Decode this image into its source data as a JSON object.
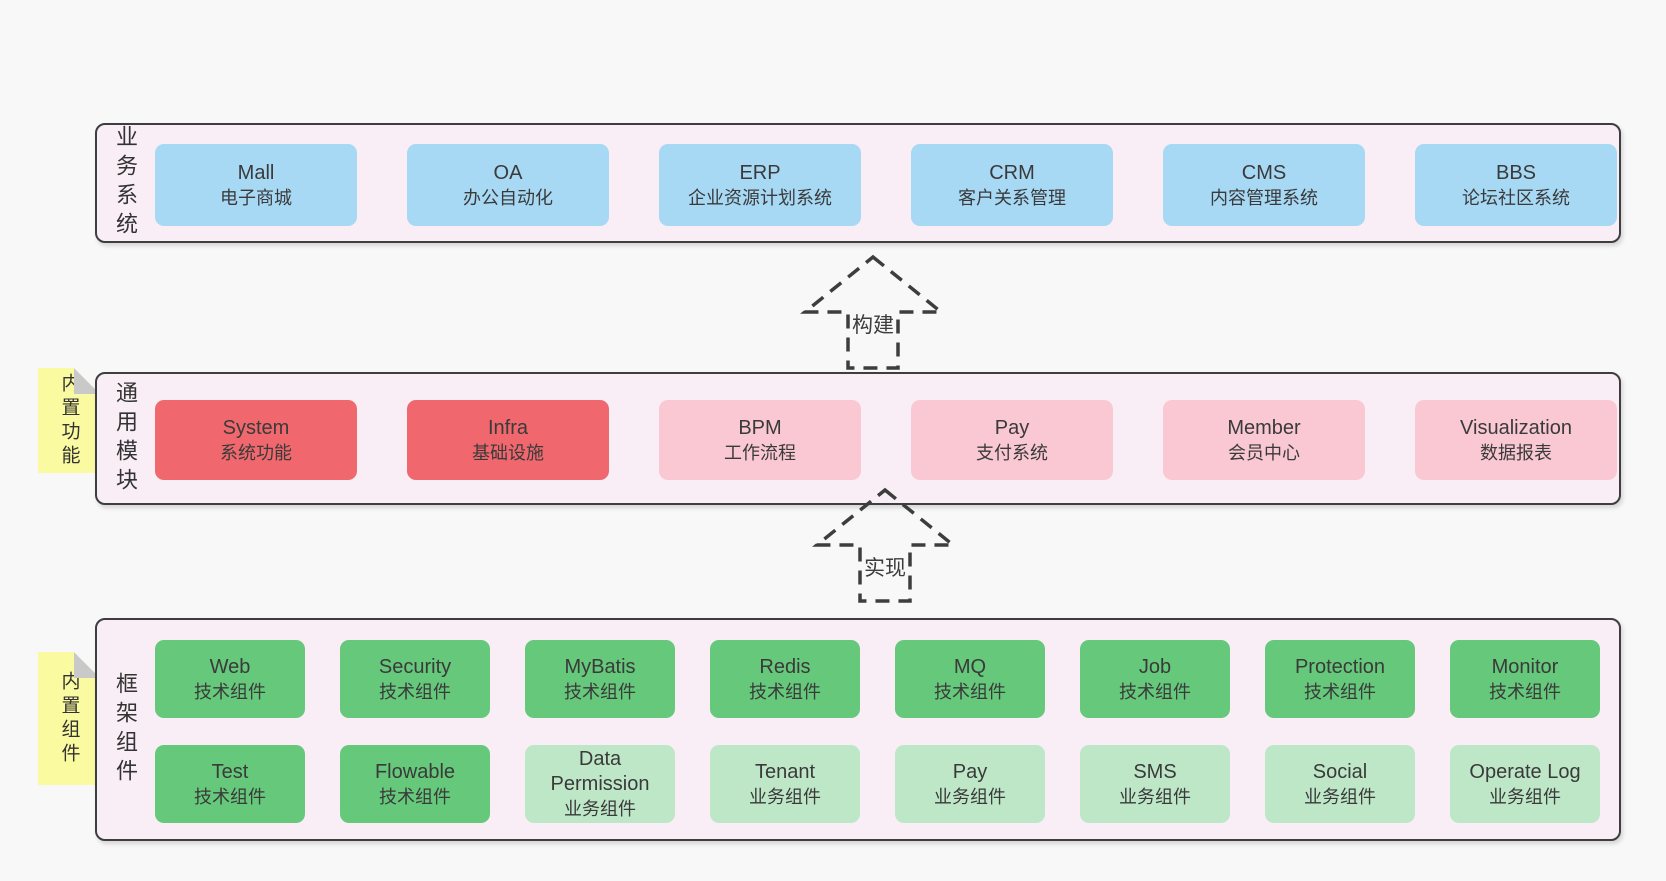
{
  "colors": {
    "page_bg": "#f8f8f8",
    "panel_bg": "#f9eef6",
    "panel_border": "#3e3e3e",
    "blue": "#a7d9f5",
    "red": "#f0686d",
    "pink": "#f9c8d3",
    "green": "#65c87a",
    "light_green": "#bee7c8",
    "sticky_yellow": "#fafaa0",
    "fold_gray": "#c9c9c9",
    "text": "#3a3a3a"
  },
  "sections": [
    {
      "label": "业务系统",
      "items": [
        {
          "name": "Mall",
          "desc": "电子商城",
          "variant": "blue"
        },
        {
          "name": "OA",
          "desc": "办公自动化",
          "variant": "blue"
        },
        {
          "name": "ERP",
          "desc": "企业资源计划系统",
          "variant": "blue"
        },
        {
          "name": "CRM",
          "desc": "客户关系管理",
          "variant": "blue"
        },
        {
          "name": "CMS",
          "desc": "内容管理系统",
          "variant": "blue"
        },
        {
          "name": "BBS",
          "desc": "论坛社区系统",
          "variant": "blue"
        }
      ]
    },
    {
      "label": "通用模块",
      "sticky": "内置功能",
      "items": [
        {
          "name": "System",
          "desc": "系统功能",
          "variant": "red"
        },
        {
          "name": "Infra",
          "desc": "基础设施",
          "variant": "red"
        },
        {
          "name": "BPM",
          "desc": "工作流程",
          "variant": "pink"
        },
        {
          "name": "Pay",
          "desc": "支付系统",
          "variant": "pink"
        },
        {
          "name": "Member",
          "desc": "会员中心",
          "variant": "pink"
        },
        {
          "name": "Visualization",
          "desc": "数据报表",
          "variant": "pink"
        }
      ]
    },
    {
      "label": "框架组件",
      "sticky": "内置组件",
      "rows": [
        [
          {
            "name": "Web",
            "desc": "技术组件",
            "variant": "green"
          },
          {
            "name": "Security",
            "desc": "技术组件",
            "variant": "green"
          },
          {
            "name": "MyBatis",
            "desc": "技术组件",
            "variant": "green"
          },
          {
            "name": "Redis",
            "desc": "技术组件",
            "variant": "green"
          },
          {
            "name": "MQ",
            "desc": "技术组件",
            "variant": "green"
          },
          {
            "name": "Job",
            "desc": "技术组件",
            "variant": "green"
          },
          {
            "name": "Protection",
            "desc": "技术组件",
            "variant": "green"
          },
          {
            "name": "Monitor",
            "desc": "技术组件",
            "variant": "green"
          }
        ],
        [
          {
            "name": "Test",
            "desc": "技术组件",
            "variant": "green"
          },
          {
            "name": "Flowable",
            "desc": "技术组件",
            "variant": "green"
          },
          {
            "name": "Data Permission",
            "desc": "业务组件",
            "variant": "light_green"
          },
          {
            "name": "Tenant",
            "desc": "业务组件",
            "variant": "light_green"
          },
          {
            "name": "Pay",
            "desc": "业务组件",
            "variant": "light_green"
          },
          {
            "name": "SMS",
            "desc": "业务组件",
            "variant": "light_green"
          },
          {
            "name": "Social",
            "desc": "业务组件",
            "variant": "light_green"
          },
          {
            "name": "Operate Log",
            "desc": "业务组件",
            "variant": "light_green"
          }
        ]
      ]
    }
  ],
  "arrows": [
    {
      "label": "构建"
    },
    {
      "label": "实现"
    }
  ]
}
